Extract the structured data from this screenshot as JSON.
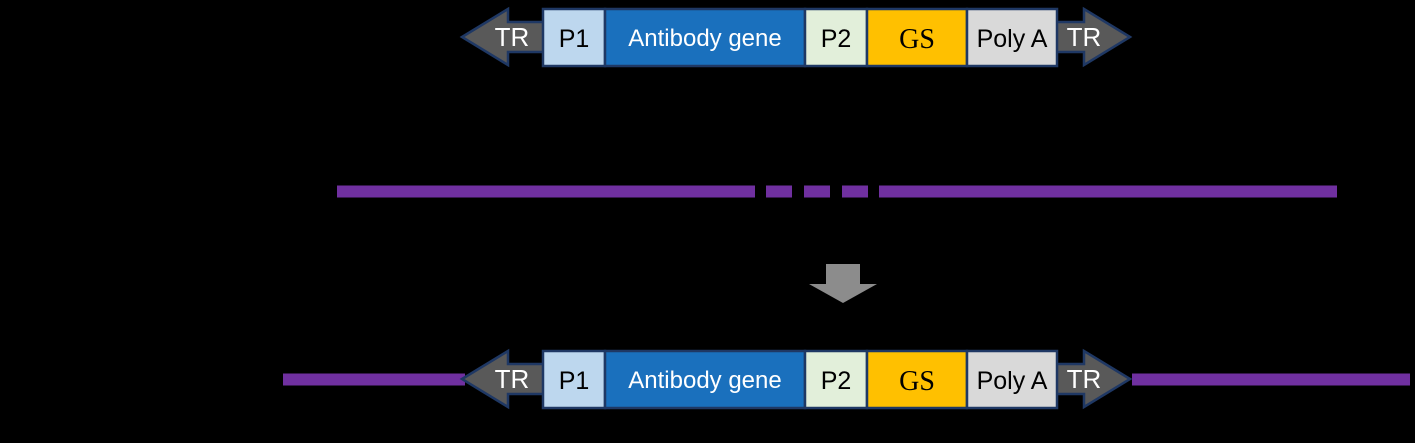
{
  "figure": {
    "description_visible_text_only": true,
    "top_construct": {
      "tr_left": "TR",
      "p1": "P1",
      "antibody_gene": "Antibody gene",
      "p2": "P2",
      "gs": "GS",
      "poly_a": "Poly A",
      "tr_right": "TR"
    },
    "integrated_construct": {
      "tr_left": "TR",
      "p1": "P1",
      "antibody_gene": "Antibody gene",
      "p2": "P2",
      "gs": "GS",
      "poly_a": "Poly A",
      "tr_right": "TR"
    },
    "colors": {
      "background": "#000000",
      "tr_arrow_fill": "#595959",
      "tr_arrow_border": "#1F3864",
      "p1_fill": "#BDD7EE",
      "antibody_gene_fill": "#1A70BD",
      "p2_fill": "#E2EFDA",
      "gs_fill": "#FFC000",
      "poly_a_fill": "#D9D9D9",
      "box_border": "#1F3864",
      "genomic_dna_line": "#7030A0",
      "down_arrow_fill": "#8C8C8C"
    }
  }
}
